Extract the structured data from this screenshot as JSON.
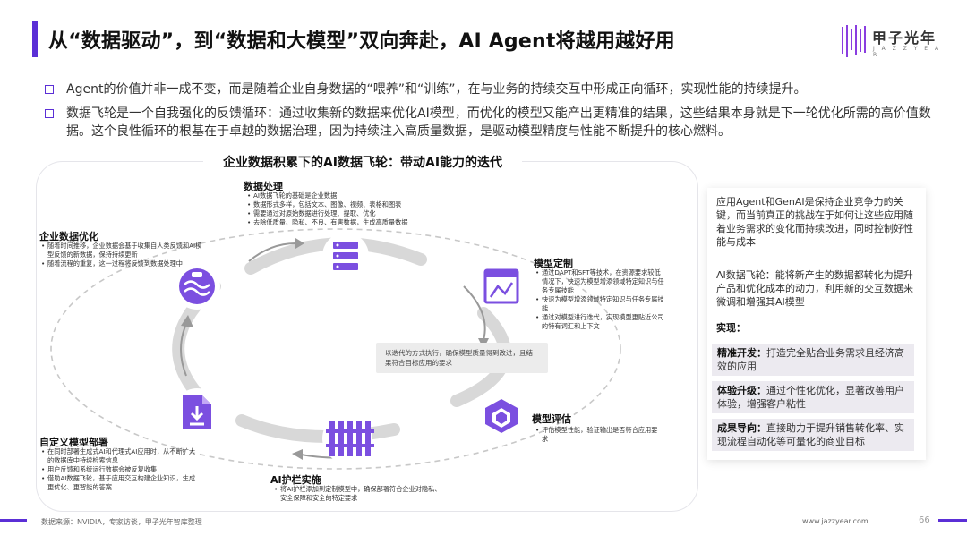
{
  "header": {
    "title": "从“数据驱动”，到“数据和大模型”双向奔赴，AI Agent将越用越好用",
    "logo_name": "甲子光年",
    "logo_sub": "J A Z Z Y E A R"
  },
  "bullets": [
    "Agent的价值并非一成不变，而是随着企业自身数据的“喂养”和“训练”，在与业务的持续交互中形成正向循环，实现性能的持续提升。",
    "数据飞轮是一个自我强化的反馈循环：通过收集新的数据来优化AI模型，而优化的模型又能产出更精准的结果，这些结果本身就是下一轮优化所需的高价值数据。这个良性循环的根基在于卓越的数据治理，因为持续注入高质量数据，是驱动模型精度与性能不断提升的核心燃料。"
  ],
  "diagram": {
    "title": "企业数据积累下的AI数据飞轮：带动AI能力的迭代",
    "center_note": "以迭代的方式执行，确保模型质量得到改进，且结果符合目标应用的要求",
    "nodes": {
      "data_processing": {
        "title": "数据处理",
        "items": [
          "AI数据飞轮的基础是企业数据",
          "数据形式多样，包括文本、图像、视频、表格和图表",
          "需要通过对原始数据进行处理、提取、优化",
          "去除低质量、隐私、不良、有害数据，生成高质量数据"
        ]
      },
      "model_custom": {
        "title": "模型定制",
        "items": [
          "通过DAPT和SFT等技术，在资源要求较低情况下，快速为模型增添领域特定知识与任务专属技能",
          "快速为模型增添领域特定知识与任务专属技能",
          "通过对模型进行迭代，实现模型更贴近公司的特有词汇和上下文"
        ]
      },
      "model_eval": {
        "title": "模型评估",
        "items": [
          "评估模型性能，验证输出是否符合应用要求"
        ]
      },
      "guardrail": {
        "title": "AI护栏实施",
        "items": [
          "将AI护栏添加到定制模型中，确保部署符合企业对隐私、安全保障和安全的特定要求"
        ]
      },
      "deploy": {
        "title": "自定义模型部署",
        "items": [
          "在同时部署生成式AI和代理式AI应用时，从不断扩大的数据库中持续检索信息",
          "用户反馈和系统运行数据会被反复收集",
          "借助AI数据飞轮，基于应用交互构建企业知识，生成更优化、更智能的答案"
        ]
      },
      "optimize": {
        "title": "企业数据优化",
        "items": [
          "随着时间推移，企业数据会基于收集自人类反馈和AI模型反馈的新数据，保持持续更新",
          "随着流程的重复，这一过程将反馈到数据处理中"
        ]
      }
    }
  },
  "side": {
    "p1": "应用Agent和GenAI是保持企业竞争力的关键，而当前真正的挑战在于如何让这些应用随着业务需求的变化而持续改进，同时控制好性能与成本",
    "p2": "AI数据飞轮：能将新产生的数据都转化为提升产品和优化成本的动力，利用新的交互数据来微调和增强其AI模型",
    "head": "实现：",
    "items": [
      {
        "label": "精准开发：",
        "text": "打造完全贴合业务需求且经济高效的应用"
      },
      {
        "label": "体验升级：",
        "text": "通过个性化优化，显著改善用户体验，增强客户粘性"
      },
      {
        "label": "成果导向：",
        "text": "直接助力于提升销售转化率、实现流程自动化等可量化的商业目标"
      }
    ]
  },
  "footer": {
    "source": "数据来源：NVIDIA，专家访谈，甲子光年智库整理",
    "website": "www.jazzyear.com",
    "page": "66"
  },
  "colors": {
    "accent": "#5b2fd6",
    "icon": "#7b4fe0",
    "highlight_bg": "#eceaf0"
  }
}
